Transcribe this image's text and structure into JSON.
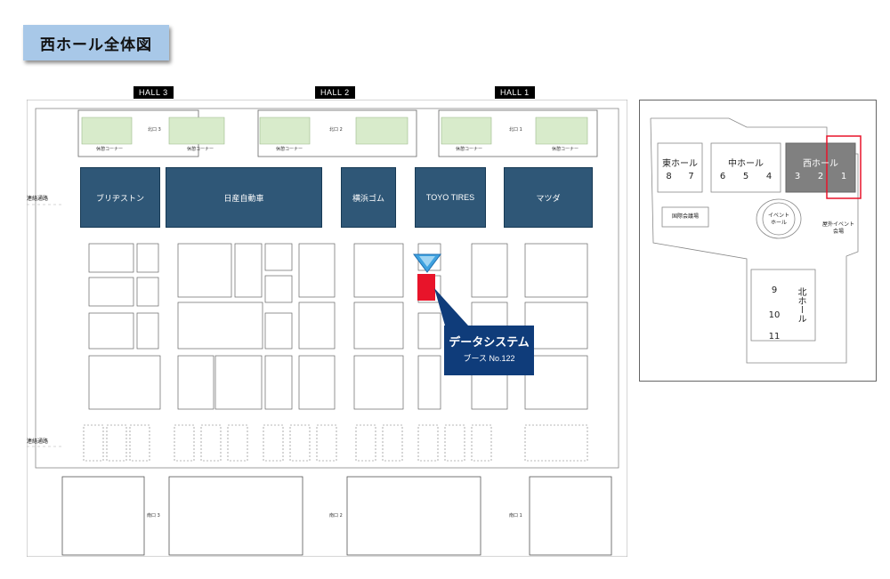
{
  "title": "西ホール全体図",
  "halls": [
    "HALL 3",
    "HALL 2",
    "HALL 1"
  ],
  "major_booths": [
    "ブリヂストン",
    "日産自動車",
    "横浜ゴム",
    "TOYO TIRES",
    "マツダ"
  ],
  "callout": {
    "name": "データシステム",
    "booth": "ブース No.122"
  },
  "side_labels": [
    "連絡通路",
    "連絡通路"
  ],
  "corner_labels": [
    "休憩コーナー",
    "休憩コーナー",
    "休憩コーナー",
    "休憩コーナー",
    "休憩コーナー"
  ],
  "entrance_labels": [
    "南口 3",
    "南口 2",
    "南口 1"
  ],
  "north_entrances": [
    "北口 3",
    "北口 2",
    "北口 1"
  ],
  "inset": {
    "east_hall": "東ホール",
    "east_numbers": [
      "8",
      "7"
    ],
    "central_hall": "中ホール",
    "central_numbers": [
      "6",
      "5",
      "4"
    ],
    "west_hall": "西ホール",
    "west_numbers": [
      "3",
      "2",
      "1"
    ],
    "intl_conference": "国際会議場",
    "event_hall": "イベント\nホール",
    "outdoor_event": "屋外イベント\n会場",
    "north_hall": "北ホール",
    "north_numbers": [
      "9",
      "10",
      "11"
    ]
  },
  "colors": {
    "booth": "#2f5777",
    "highlight": "#e8142a",
    "callout": "#0f3c7a",
    "title_bg": "#a8c8e8",
    "west_hall": "#808080"
  }
}
